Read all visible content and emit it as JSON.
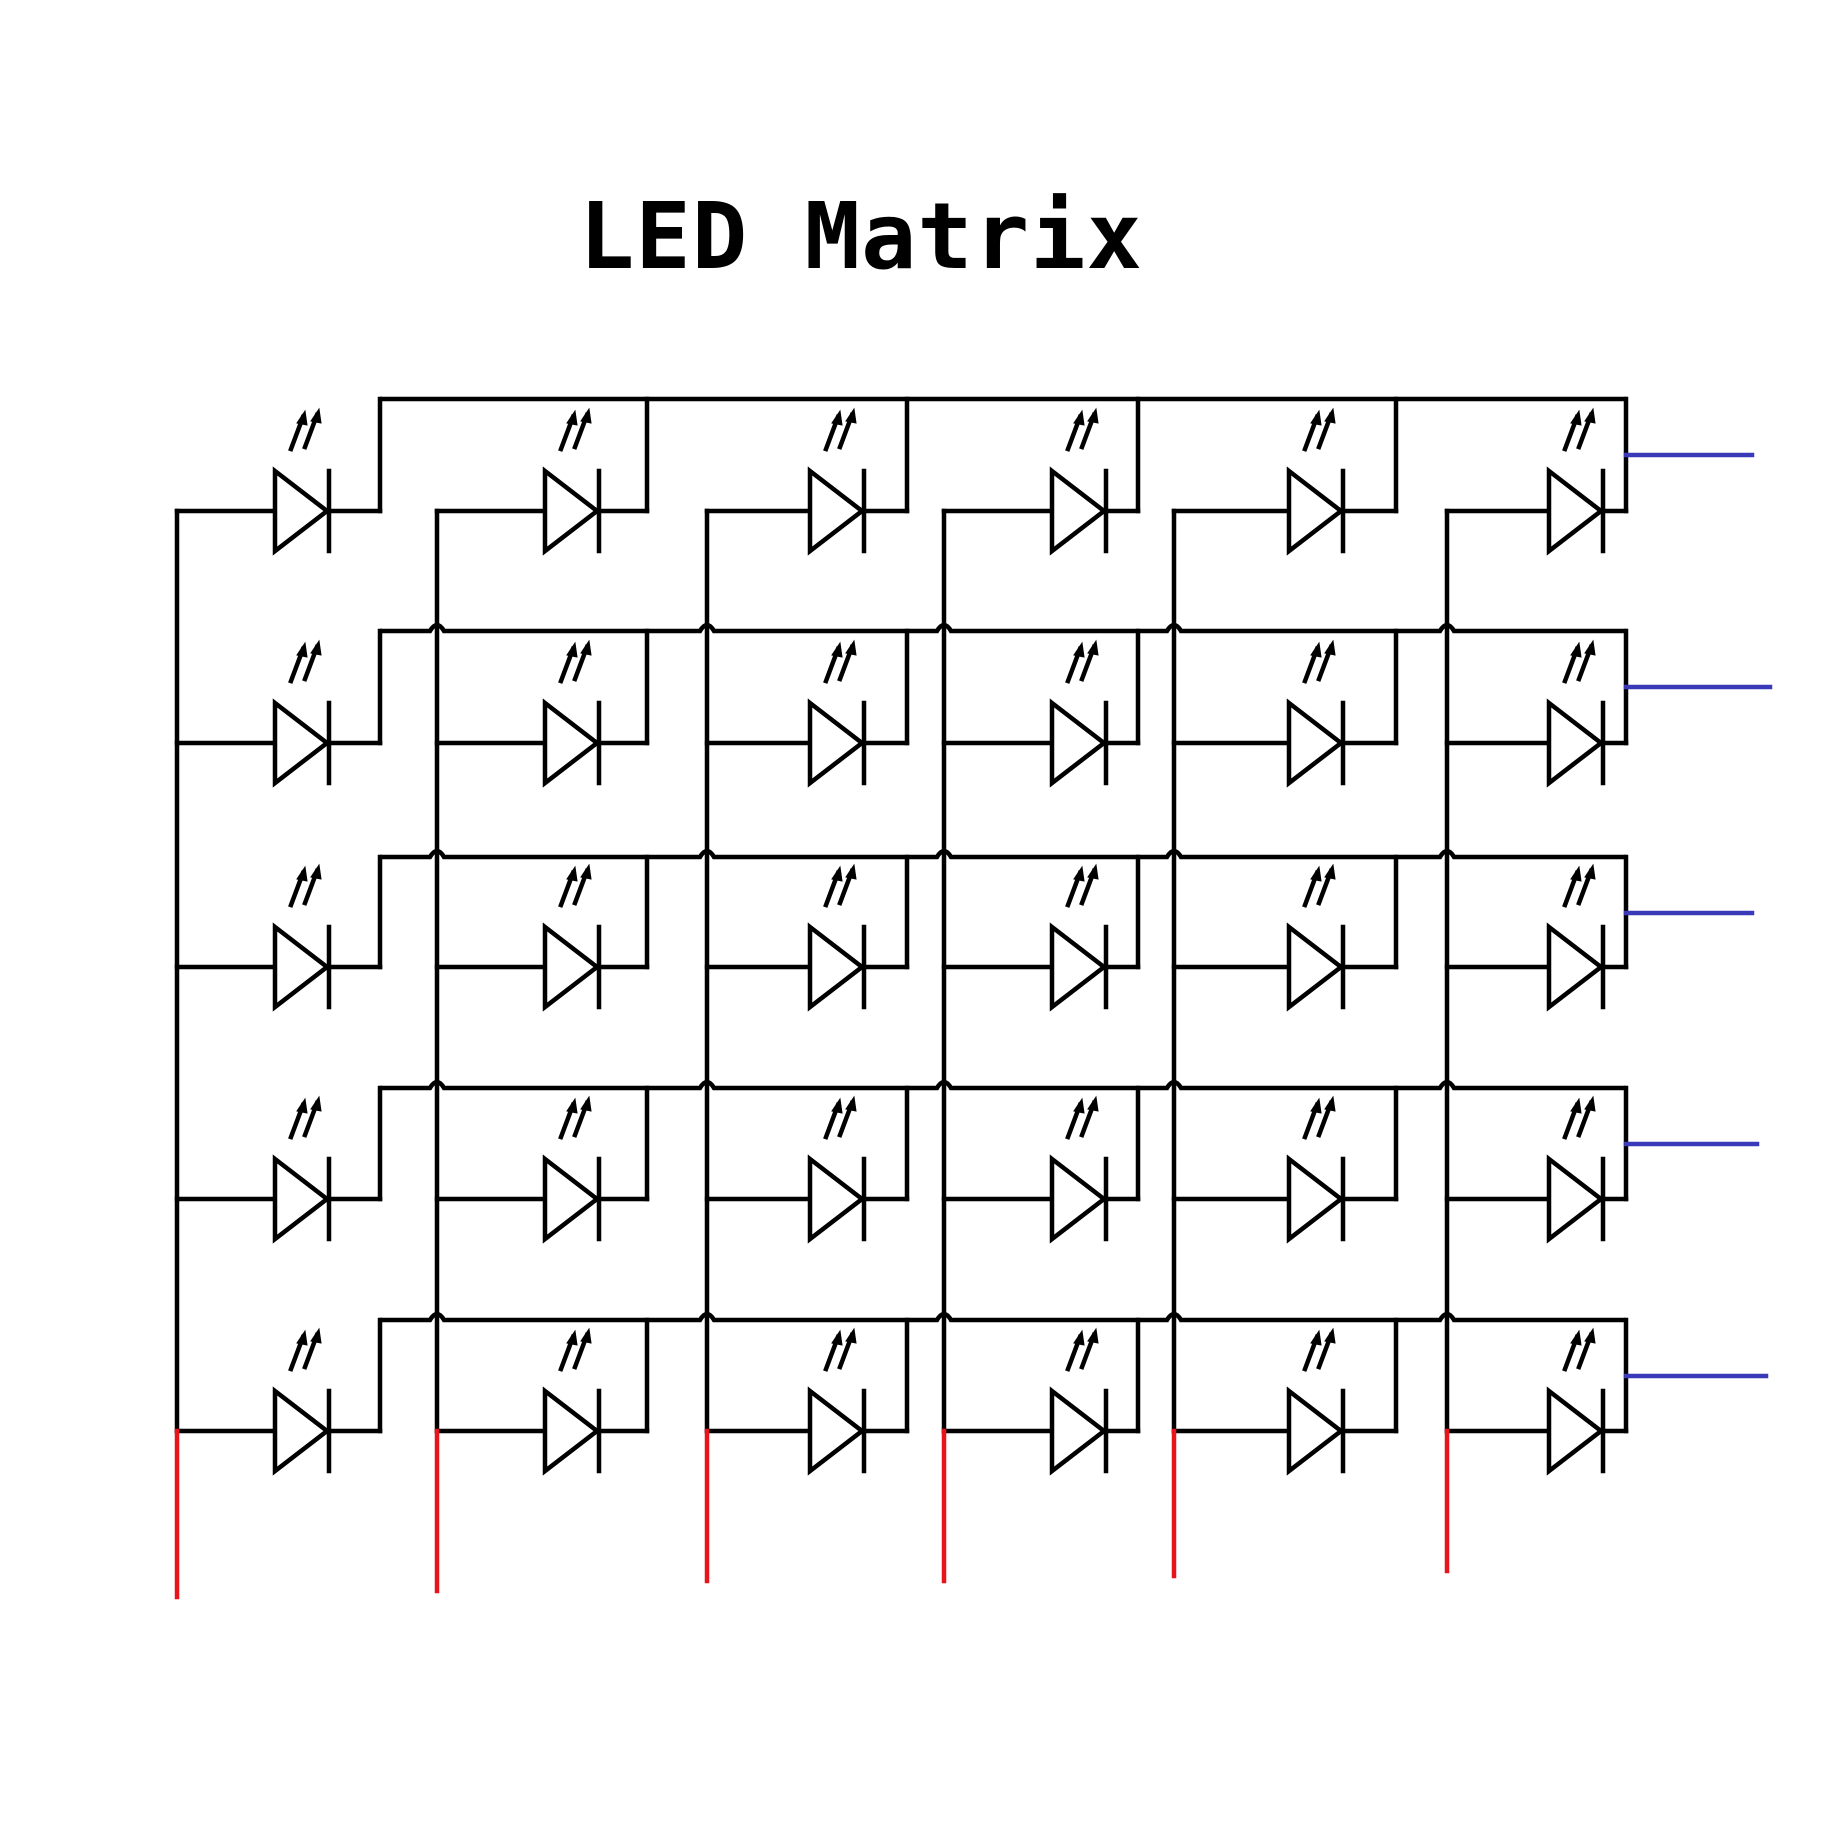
{
  "title": "LED Matrix",
  "grid": {
    "rows": 5,
    "columns": 6
  },
  "colors": {
    "wire": "#000000",
    "column_lead": "#e8141c",
    "row_lead": "#3a3ab8",
    "background": "#ffffff"
  },
  "icons": {
    "led": "led-diode-icon",
    "emission": "light-emission-arrows-icon"
  }
}
